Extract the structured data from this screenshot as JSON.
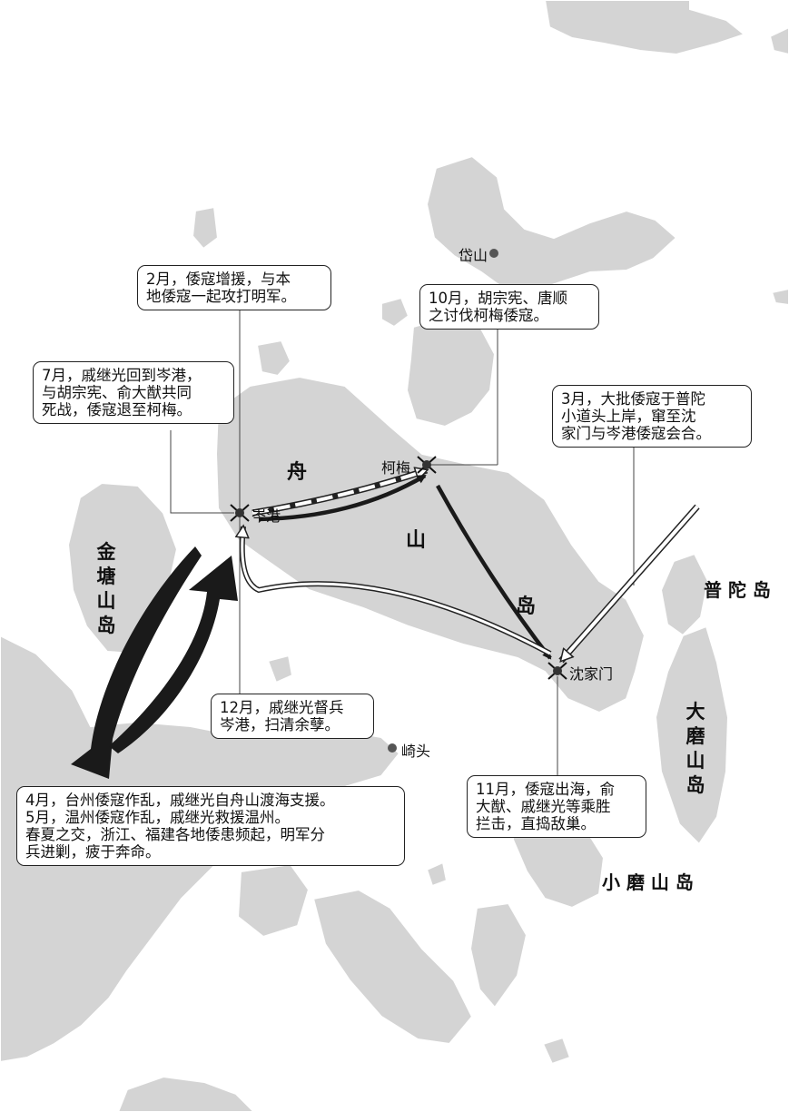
{
  "map": {
    "islands": {
      "zhoushan_1": "舟",
      "zhoushan_2": "山",
      "zhoushan_3": "岛",
      "jintang": "金\n塘\n山\n岛",
      "putuo": "普 陀 岛",
      "damo": "大\n磨\n山\n岛",
      "xiaomo": "小 磨 山 岛"
    },
    "places": {
      "daishan": "岱山",
      "kemei": "柯梅",
      "cengang": "岑港",
      "shenjiamen": "沈家门",
      "qitou": "崎头"
    },
    "callouts": {
      "feb": "2月，倭寇增援，与本\n地倭寇一起攻打明军。",
      "oct": "10月，胡宗宪、唐顺\n之讨伐柯梅倭寇。",
      "jul": "7月，戚继光回到岑港，\n与胡宗宪、俞大猷共同\n死战，倭寇退至柯梅。",
      "mar": "3月，大批倭寇于普陀\n小道头上岸，窜至沈\n家门与岑港倭寇会合。",
      "dec": "12月，戚继光督兵\n岑港，扫清余孽。",
      "nov": "11月，倭寇出海，俞\n大猷、戚继光等乘胜\n拦击，直捣敌巢。",
      "apr": "4月，台州倭寇作乱，戚继光自舟山渡海支援。\n5月，温州倭寇作乱，戚继光救援温州。\n春夏之交，浙江、福建各地倭患频起，明军分\n兵进剿，疲于奔命。"
    },
    "colors": {
      "land": "#d4d4d4",
      "arrow_solid": "#1a1a1a",
      "arrow_hollow": "#ffffff",
      "battle_marker": "#333333"
    }
  }
}
